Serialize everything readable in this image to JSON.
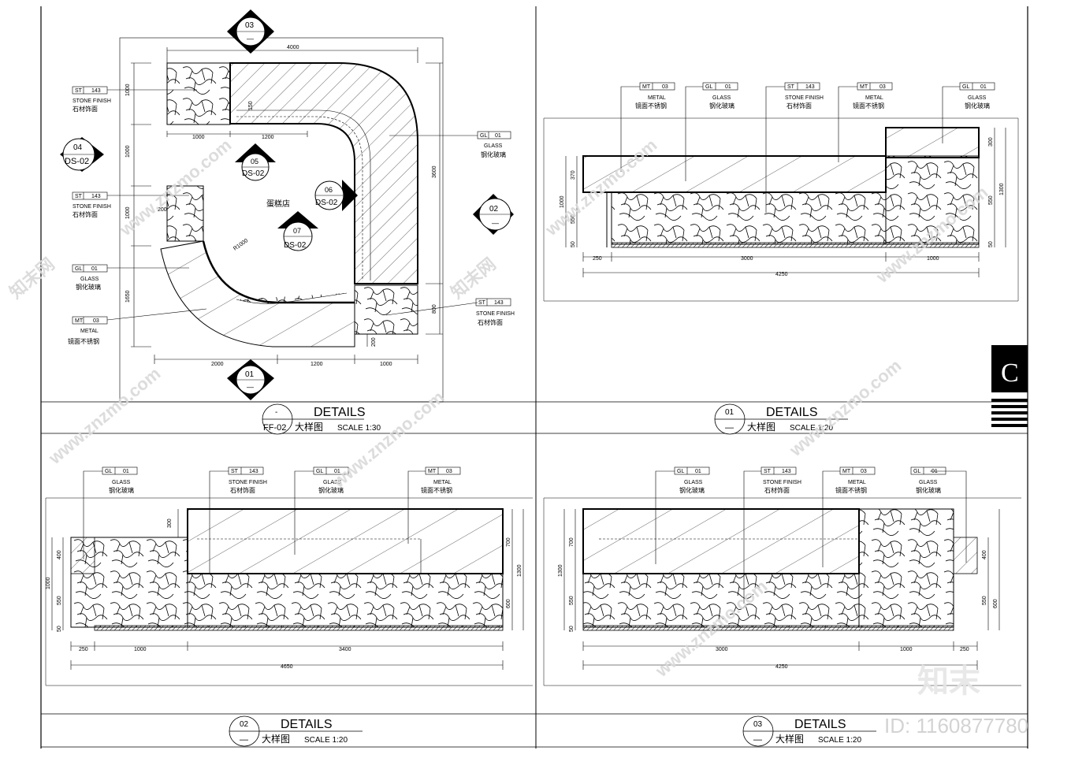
{
  "top_markers": {
    "plan_top": "03",
    "plan_left_num": "04",
    "plan_left_ref": "DS-02",
    "plan_right_num": "02",
    "plan_bottom": "01",
    "mid1_num": "05",
    "mid1_ref": "DS-02",
    "mid2_num": "06",
    "mid2_ref": "DS-02",
    "mid3_num": "07",
    "mid3_ref": "DS-02",
    "dash": "—"
  },
  "plan": {
    "room_label": "蛋糕店",
    "radius_label": "R1000",
    "dims": {
      "top": "4000",
      "t1": "1000",
      "t2": "1200",
      "right": "3600",
      "right_bot": "800",
      "bot1": "2000",
      "bot2": "1200",
      "bot3": "1000",
      "l1": "1000",
      "l2": "1000",
      "l3": "1000",
      "l4": "1650",
      "s150": "150",
      "s200": "200",
      "s200b": "200"
    },
    "tags": [
      {
        "code": "ST",
        "num": "143",
        "en": "STONE FINISH",
        "cn": "石材饰面"
      },
      {
        "code": "ST",
        "num": "143",
        "en": "STONE FINISH",
        "cn": "石材饰面"
      },
      {
        "code": "GL",
        "num": "01",
        "en": "GLASS",
        "cn": "钢化玻璃"
      },
      {
        "code": "MT",
        "num": "03",
        "en": "METAL",
        "cn": "镜面不锈钢"
      },
      {
        "code": "GL",
        "num": "01",
        "en": "GLASS",
        "cn": "钢化玻璃"
      },
      {
        "code": "ST",
        "num": "143",
        "en": "STONE FINISH",
        "cn": "石材饰面"
      }
    ]
  },
  "titles": [
    {
      "num": "-",
      "ref": "FF-02",
      "label": "DETAILS",
      "cn": "大样图",
      "scale": "SCALE  1:30"
    },
    {
      "num": "01",
      "ref": "—",
      "label": "DETAILS",
      "cn": "大样图",
      "scale": "SCALE  1:20"
    },
    {
      "num": "02",
      "ref": "—",
      "label": "DETAILS",
      "cn": "大样图",
      "scale": "SCALE  1:20"
    },
    {
      "num": "03",
      "ref": "—",
      "label": "DETAILS",
      "cn": "大样图",
      "scale": "SCALE  1:20"
    }
  ],
  "elev1": {
    "tags": [
      {
        "code": "MT",
        "num": "03",
        "en": "METAL",
        "cn": "镜面不锈钢"
      },
      {
        "code": "GL",
        "num": "01",
        "en": "GLASS",
        "cn": "钢化玻璃"
      },
      {
        "code": "ST",
        "num": "143",
        "en": "STONE FINISH",
        "cn": "石材饰面"
      },
      {
        "code": "MT",
        "num": "03",
        "en": "METAL",
        "cn": "镜面不锈钢"
      },
      {
        "code": "GL",
        "num": "01",
        "en": "GLASS",
        "cn": "钢化玻璃"
      }
    ],
    "dims": {
      "b1": "250",
      "b2": "3000",
      "b3": "1000",
      "total": "4250",
      "l370": "370",
      "l550": "550",
      "l50": "50",
      "l1000": "1000",
      "r300": "300",
      "r550": "550",
      "r50": "50",
      "r1300": "1300"
    }
  },
  "elev2": {
    "tags": [
      {
        "code": "GL",
        "num": "01",
        "en": "GLASS",
        "cn": "钢化玻璃"
      },
      {
        "code": "ST",
        "num": "143",
        "en": "STONE FINISH",
        "cn": "石材饰面"
      },
      {
        "code": "GL",
        "num": "01",
        "en": "GLASS",
        "cn": "钢化玻璃"
      },
      {
        "code": "MT",
        "num": "03",
        "en": "METAL",
        "cn": "镜面不锈钢"
      }
    ],
    "dims": {
      "b1": "250",
      "b2": "1000",
      "b3": "3400",
      "total": "4650",
      "l400": "400",
      "l550": "550",
      "l50": "50",
      "l1000": "1000",
      "l300": "300",
      "r700": "700",
      "r600": "600",
      "r1300": "1300"
    }
  },
  "elev3": {
    "tags": [
      {
        "code": "GL",
        "num": "01",
        "en": "GLASS",
        "cn": "钢化玻璃"
      },
      {
        "code": "ST",
        "num": "143",
        "en": "STONE FINISH",
        "cn": "石材饰面"
      },
      {
        "code": "MT",
        "num": "03",
        "en": "METAL",
        "cn": "镜面不锈钢"
      },
      {
        "code": "GL",
        "num": "01",
        "en": "GLASS",
        "cn": "钢化玻璃"
      }
    ],
    "dims": {
      "b1": "3000",
      "b2": "1000",
      "b3": "250",
      "total": "4250",
      "l700": "700",
      "l550": "550",
      "l50": "50",
      "l1300": "1300",
      "r400": "400",
      "r550": "550",
      "r600": "600"
    }
  },
  "side_tab": "C",
  "watermark": {
    "site": "www.znzmo.com",
    "logo": "知末",
    "brand": "知末网",
    "id_text": "ID: 1160877780"
  }
}
